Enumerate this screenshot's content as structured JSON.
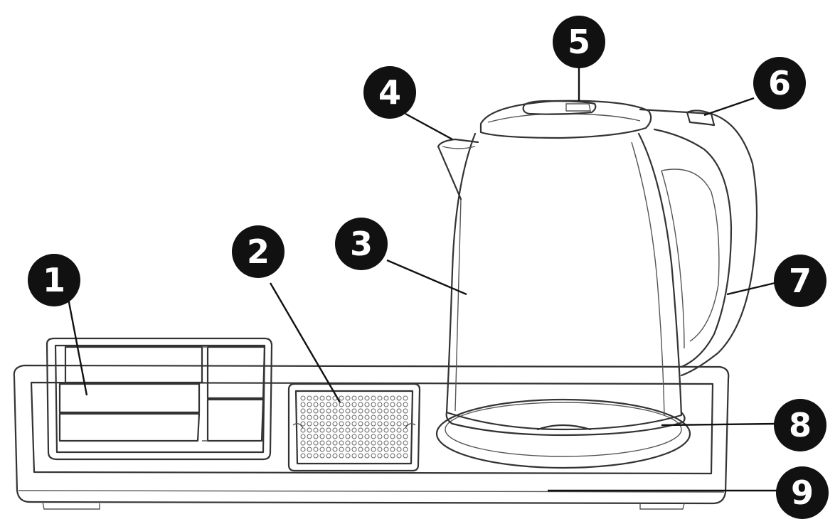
{
  "callouts": [
    {
      "id": "1",
      "label": "1"
    },
    {
      "id": "2",
      "label": "2"
    },
    {
      "id": "3",
      "label": "3"
    },
    {
      "id": "4",
      "label": "4"
    },
    {
      "id": "5",
      "label": "5"
    },
    {
      "id": "6",
      "label": "6"
    },
    {
      "id": "7",
      "label": "7"
    },
    {
      "id": "8",
      "label": "8"
    },
    {
      "id": "9",
      "label": "9"
    }
  ],
  "colors": {
    "line": "#333333",
    "badge": "#111111",
    "badge_text": "#ffffff",
    "background": "#ffffff"
  }
}
